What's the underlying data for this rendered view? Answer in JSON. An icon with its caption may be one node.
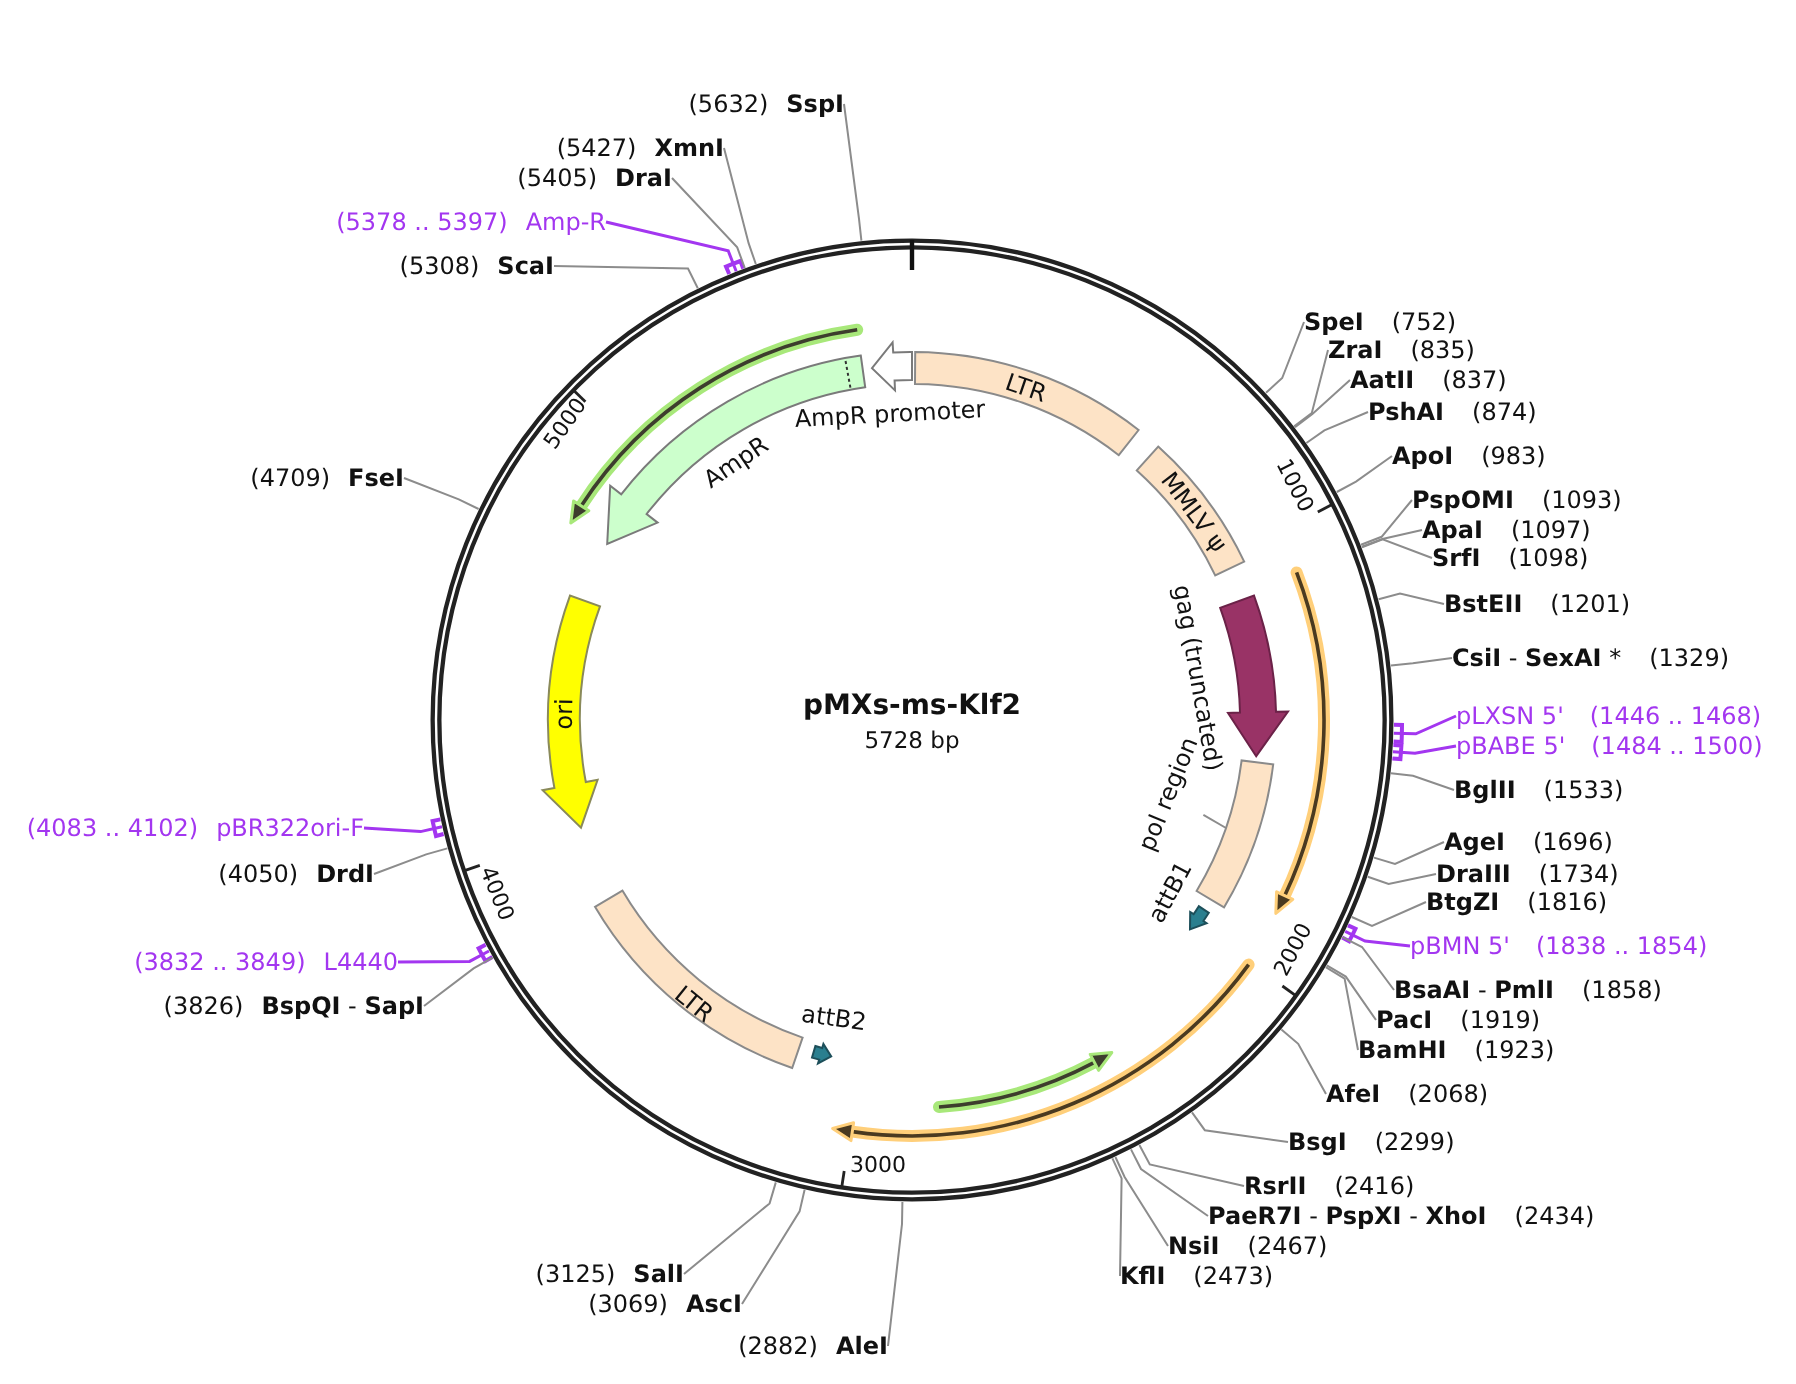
{
  "diagram": {
    "title": "pMXs-ms-Klf2",
    "nodes": [
      {
        "text": [],
        "shape": "circle"
      },
      {
        "text": [
          "LTR"
        ],
        "in": 0
      },
      {
        "text": [
          "MMLV ψ"
        ],
        "in": 0
      },
      {
        "text": [
          "gag (truncated)"
        ],
        "in": 0
      },
      {
        "text": [
          "pol region"
        ],
        "in": 0
      },
      {
        "text": [],
        "shape": "bar",
        "in": 0
      },
      {
        "text": [
          "attB1"
        ],
        "in": 0
      },
      {
        "text": [
          "attB2"
        ],
        "in": 0
      },
      {
        "text": [
          "LTR"
        ],
        "in": 0
      },
      {
        "text": [
          "ori"
        ],
        "in": 0
      },
      {
        "text": [
          "AmpR"
        ],
        "in": 0
      },
      {
        "text": [
          "AmpR promoter"
        ],
        "in": 0
      },
      {
        "text": [
          "SpeI",
          "(752)"
        ]
      },
      {
        "text": [
          "ZraI",
          "(835)"
        ]
      },
      {
        "text": [
          "AatII",
          "(837)"
        ]
      },
      {
        "text": [
          "PshAI",
          "(874)"
        ]
      },
      {
        "text": [
          "ApoI",
          "(983)"
        ]
      },
      {
        "text": [
          "PspOMI",
          "(1093)"
        ]
      },
      {
        "text": [
          "ApaI",
          "(1097)"
        ]
      },
      {
        "text": [
          "SrfI",
          "(1098)"
        ]
      },
      {
        "text": [
          "BstEII",
          "(1201)"
        ]
      },
      {
        "text": [
          "**CsiI** - **SexAI** *",
          "(1329)"
        ]
      },
      {
        "text": [
          "pLXSN 5'",
          "(1446 .. 1468)"
        ]
      },
      {
        "text": [
          "pBABE 5'",
          "(1484 .. 1500)"
        ]
      },
      {
        "text": [
          "BglII",
          "(1533)"
        ]
      },
      {
        "text": [
          "AgeI",
          "(1696)"
        ]
      },
      {
        "text": [
          "DraIII",
          "(1734)"
        ]
      },
      {
        "text": [
          "BtgZI",
          "(1816)"
        ]
      },
      {
        "text": [
          "pBMN 5'",
          "(1838 .. 1854)"
        ]
      },
      {
        "text": [
          "**BsaAI** - **PmlI**",
          "(1858)"
        ]
      },
      {
        "text": [
          "PacI",
          "(1919)"
        ]
      },
      {
        "text": [
          "BamHI",
          "(1923)"
        ]
      },
      {
        "text": [
          "AfeI",
          "(2068)"
        ]
      },
      {
        "text": [
          "BsgI",
          "(2299)"
        ]
      },
      {
        "text": [
          "RsrII",
          "(2416)"
        ]
      },
      {
        "text": [
          "**PaeR7I** - **PspXI** - **XhoI**",
          "(2434)"
        ]
      },
      {
        "text": [
          "NsiI",
          "(2467)"
        ]
      },
      {
        "text": [
          "KflI",
          "(2473)"
        ]
      },
      {
        "text": [
          "(2882)",
          "AleI"
        ]
      },
      {
        "text": [
          "(3069)",
          "AscI"
        ]
      },
      {
        "text": [
          "(3125)",
          "SalI"
        ]
      },
      {
        "text": [
          "(3826)",
          "**BspQI** - **SapI**"
        ]
      },
      {
        "text": [
          "(3832 .. 3849)",
          "L4440"
        ]
      },
      {
        "text": [
          "(4050)",
          "DrdI"
        ]
      },
      {
        "text": [
          "(4083 .. 4102)",
          "pBR322ori-F"
        ]
      },
      {
        "text": [
          "(4709)",
          "FseI"
        ]
      },
      {
        "text": [
          "(5308)",
          "ScaI"
        ]
      },
      {
        "text": [
          "(5378 .. 5397)",
          "Amp-R"
        ]
      },
      {
        "text": [
          "(5405)",
          "DraI"
        ]
      },
      {
        "text": [
          "(5427)",
          "XmnI"
        ]
      },
      {
        "text": [
          "(5632)",
          "SspI"
        ]
      }
    ],
    "edges": [
      {
        "from": 4,
        "to": 5,
        "arrow": "none"
      },
      {
        "from": 12,
        "to": 0,
        "arrow": "none"
      },
      {
        "from": 13,
        "to": 0,
        "arrow": "none"
      },
      {
        "from": 14,
        "to": 0,
        "arrow": "none"
      },
      {
        "from": 15,
        "to": 0,
        "arrow": "none"
      },
      {
        "from": 16,
        "to": 0,
        "arrow": "none"
      },
      {
        "from": 17,
        "to": 0,
        "arrow": "none"
      },
      {
        "from": 18,
        "to": 0,
        "arrow": "none"
      },
      {
        "from": 19,
        "to": 0,
        "arrow": "none"
      },
      {
        "from": 20,
        "to": 0,
        "arrow": "none"
      },
      {
        "from": 21,
        "to": 0,
        "arrow": "none"
      },
      {
        "from": 22,
        "to": 0,
        "arrow": "none",
        "color": "#a336f0"
      },
      {
        "from": 23,
        "to": 0,
        "arrow": "none",
        "color": "#a336f0"
      },
      {
        "from": 24,
        "to": 0,
        "arrow": "none"
      },
      {
        "from": 25,
        "to": 0,
        "arrow": "none"
      },
      {
        "from": 26,
        "to": 0,
        "arrow": "none"
      },
      {
        "from": 27,
        "to": 0,
        "arrow": "none"
      },
      {
        "from": 28,
        "to": 0,
        "arrow": "none",
        "color": "#a336f0"
      },
      {
        "from": 29,
        "to": 0,
        "arrow": "none"
      },
      {
        "from": 30,
        "to": 0,
        "arrow": "none"
      },
      {
        "from": 31,
        "to": 0,
        "arrow": "none"
      },
      {
        "from": 32,
        "to": 0,
        "arrow": "none"
      },
      {
        "from": 33,
        "to": 0,
        "arrow": "none"
      },
      {
        "from": 34,
        "to": 0,
        "arrow": "none"
      },
      {
        "from": 35,
        "to": 0,
        "arrow": "none"
      },
      {
        "from": 36,
        "to": 0,
        "arrow": "none"
      },
      {
        "from": 37,
        "to": 0,
        "arrow": "none"
      },
      {
        "from": 38,
        "to": 0,
        "arrow": "none"
      },
      {
        "from": 39,
        "to": 0,
        "arrow": "none"
      },
      {
        "from": 40,
        "to": 0,
        "arrow": "none"
      },
      {
        "from": 41,
        "to": 0,
        "arrow": "none"
      },
      {
        "from": 42,
        "to": 0,
        "arrow": "none",
        "color": "#a336f0"
      },
      {
        "from": 43,
        "to": 0,
        "arrow": "none"
      },
      {
        "from": 44,
        "to": 0,
        "arrow": "none",
        "color": "#a336f0"
      },
      {
        "from": 45,
        "to": 0,
        "arrow": "none"
      },
      {
        "from": 46,
        "to": 0,
        "arrow": "none"
      },
      {
        "from": 47,
        "to": 0,
        "arrow": "none",
        "color": "#a336f0"
      },
      {
        "from": 48,
        "to": 0,
        "arrow": "none"
      },
      {
        "from": 49,
        "to": 0,
        "arrow": "none"
      },
      {
        "from": 50,
        "to": 0,
        "arrow": "none"
      }
    ],
    "labels": [
      "5728 bp",
      "1000",
      "2000",
      "3000",
      "4000",
      "5000"
    ]
  }
}
